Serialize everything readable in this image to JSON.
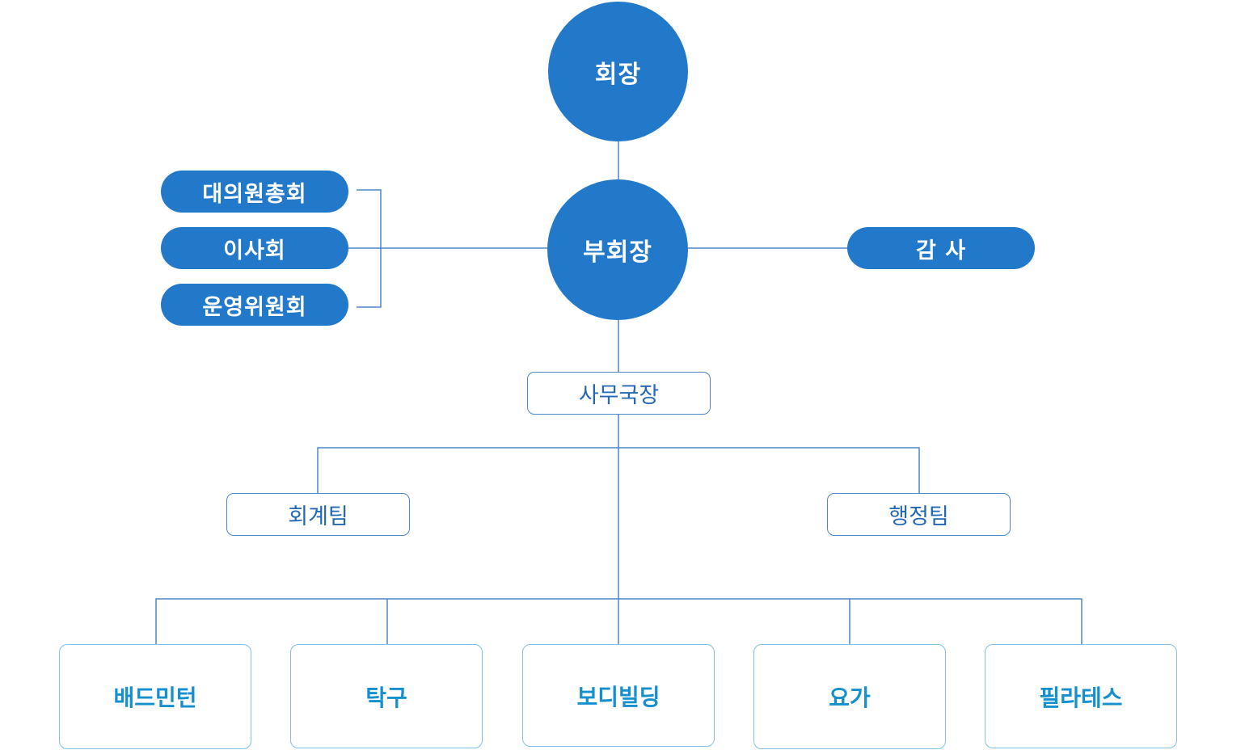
{
  "org": {
    "chairman": "회장",
    "vice_chairman": "부회장",
    "auditor": "감 사",
    "councils": [
      "대의원총회",
      "이사회",
      "운영위원회"
    ],
    "secretary_general": "사무국장",
    "teams": [
      "회계팀",
      "행정팀"
    ],
    "activities": [
      "배드민턴",
      "탁구",
      "보디빌딩",
      "요가",
      "필라테스"
    ]
  },
  "colors": {
    "primary": "#2379c9",
    "line": "#4b86c8",
    "outline_text": "#2267b3",
    "activity_border": "#7fc3e4",
    "activity_text": "#1590cf"
  }
}
